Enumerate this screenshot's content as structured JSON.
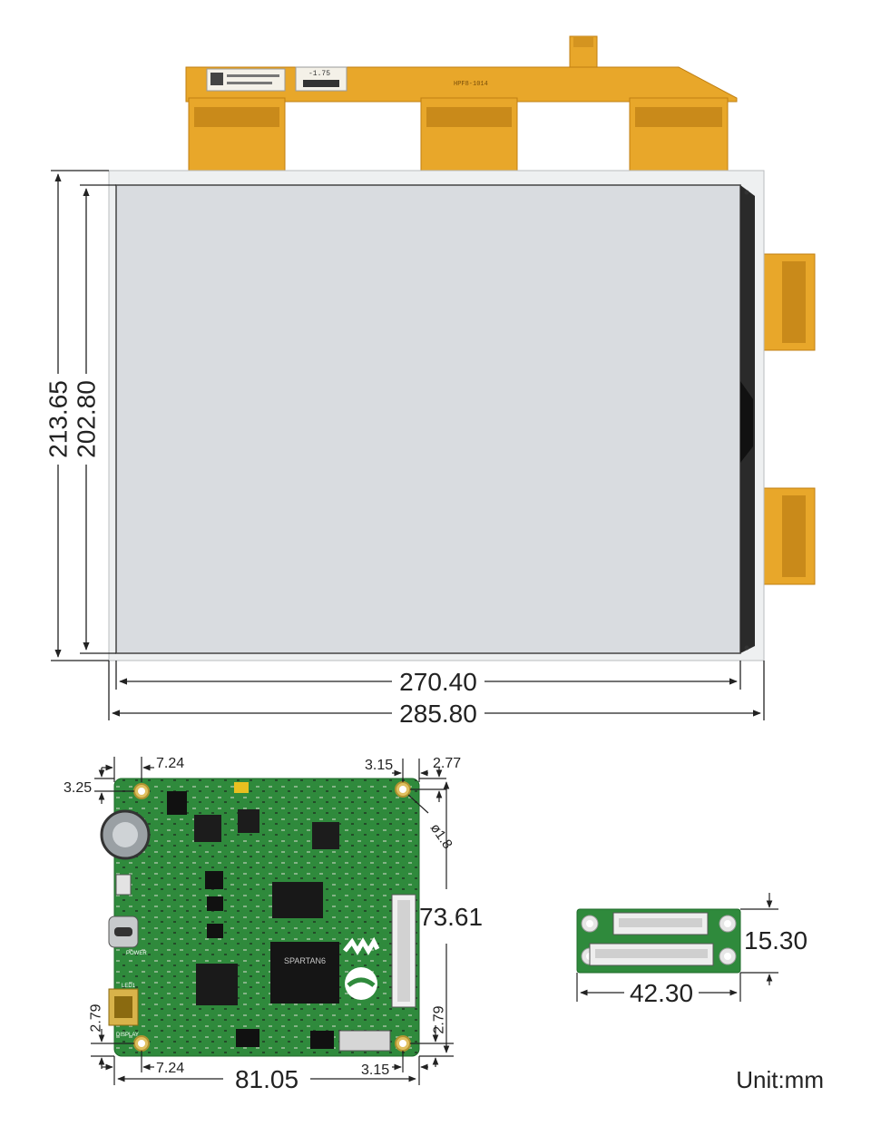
{
  "panel": {
    "fpc_label": "-1.75",
    "fpc_code": "HPF8-1014",
    "dimensions": {
      "outer_height": "213.65",
      "active_height": "202.80",
      "active_width": "270.40",
      "outer_width": "285.80"
    }
  },
  "driver_board": {
    "dimensions": {
      "hole_offset_x_top": "7.24",
      "hole_offset_y_top": "3.25",
      "hole_offset_x_top_right": "3.15",
      "hole_offset_y_top_right": "2.77",
      "hole_diameter": "ø1.8",
      "height": "73.61",
      "hole_offset_y_bottom_left": "2.79",
      "hole_offset_y_bottom_right": "2.79",
      "hole_offset_x_bottom_left": "7.24",
      "width": "81.05",
      "hole_offset_x_bottom_right": "3.15"
    },
    "silkscreen": {
      "power": "POWER",
      "led1": "LED1",
      "display": "DISPLAY",
      "fpga": "SPARTAN6",
      "brand": "WAVESHARE"
    }
  },
  "adapter": {
    "dimensions": {
      "height": "15.30",
      "width": "42.30"
    }
  },
  "unit_label": "Unit:mm",
  "colors": {
    "fpc": "#e8a72a",
    "screen": "#d9dce0",
    "pcb": "#2f8a3c",
    "dimension_line": "#222222"
  }
}
